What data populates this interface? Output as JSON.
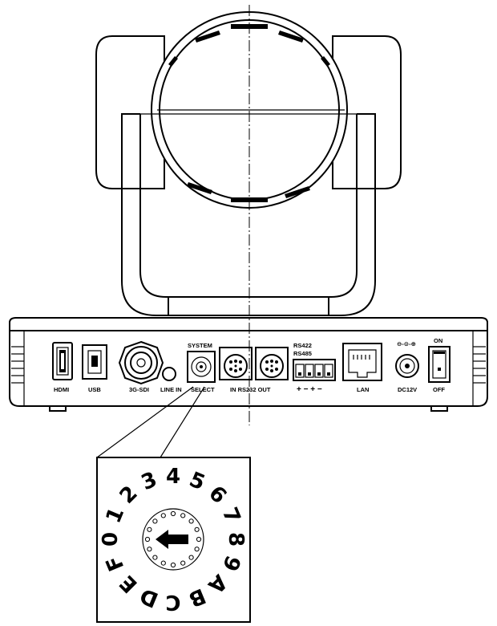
{
  "ports": {
    "hdmi": "HDMI",
    "usb": "USB",
    "sdi": "3G-SDI",
    "line_in": "LINE IN",
    "select": "SELECT",
    "system": "SYSTEM",
    "rs232": "IN RS232 OUT",
    "rs422": "RS422",
    "rs485": "RS485",
    "terminals": "+ − + −",
    "lan": "LAN",
    "power_symbol": "⊖-⊙-⊕",
    "dc12v": "DC12V",
    "on": "ON",
    "off": "OFF"
  },
  "dial": {
    "left_ascending": "0123456789",
    "right_descending": "ABCDEF"
  }
}
